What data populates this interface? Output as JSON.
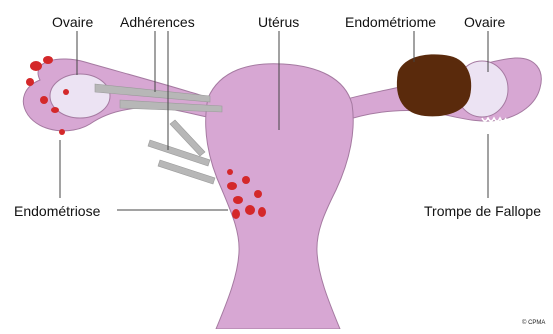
{
  "labels": {
    "ovaire_left": "Ovaire",
    "adherences": "Adhérences",
    "uterus": "Utérus",
    "endometriome": "Endométriome",
    "ovaire_right": "Ovaire",
    "endometriose": "Endométriose",
    "trompe": "Trompe de Fallope"
  },
  "copyright": "© CPMA",
  "colors": {
    "organ": "#d7a7d3",
    "organ_outline": "#a57aa1",
    "ovary": "#ece3f3",
    "lesion": "#d4282a",
    "endometrioma": "#5a2a0c",
    "adhesion": "#b7b7b7",
    "leader": "#444444"
  }
}
